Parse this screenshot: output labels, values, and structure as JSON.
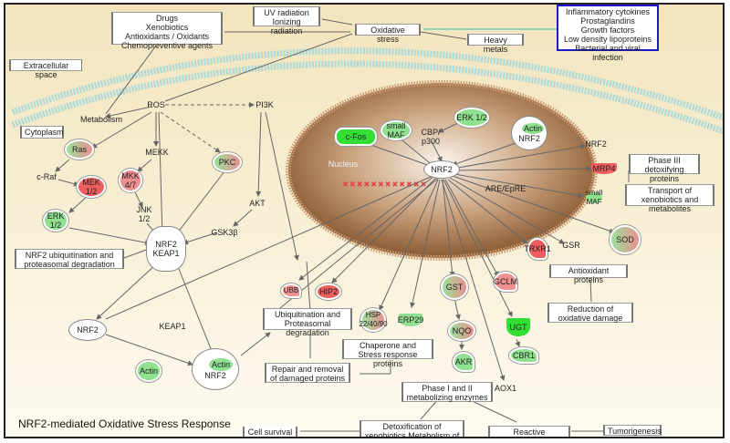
{
  "title": "NRF2-mediated Oxidative Stress Response",
  "compartments": {
    "extracellular": "Extracellular space",
    "cytoplasm": "Cytoplasm",
    "nucleus": "Nucleus"
  },
  "inputs": {
    "drugs": [
      "Drugs",
      "Xenobiotics",
      "Antioxidants / Oxidants",
      "Chemopreventive agents"
    ],
    "radiation": [
      "UV radiation",
      "Ionizing radiation"
    ],
    "oxidative_stress": "Oxidative stress",
    "heavy_metals": "Heavy metals",
    "inflammatory": [
      "Inflammatory cytokines",
      "Prostaglandins",
      "Growth factors",
      "Low density lipoproteins",
      "Bacterial and viral infection"
    ]
  },
  "nodes": {
    "ros": "ROS",
    "pi3k": "PI3K",
    "metabolism": "Metabolism",
    "ras": "Ras",
    "mekk": "MEKK",
    "pkc": "PKC",
    "craf": "c-Raf",
    "mek": "MEK 1/2",
    "mkk": "MKK 4/7",
    "erk_c": "ERK 1/2",
    "jnk": "JNK 1/2",
    "akt": "AKT",
    "gsk": "GSK3β",
    "nrf2": "NRF2",
    "keap1": "KEAP1",
    "actin": "Actin",
    "cfos": "c-Fos",
    "smallmaf": "small MAF",
    "cbp": "CBP/ p300",
    "erk_n": "ERK 1/2",
    "are": "ARE/EpRE",
    "mrp4": "MRP4",
    "sod": "SOD",
    "trxr1": "TRXR1",
    "gsr": "GSR",
    "gclm": "GCLM",
    "gst": "GST",
    "ugt": "UGT",
    "cbr1": "CBR1",
    "nqo": "NQO",
    "akr": "AKR",
    "aox1": "AOX1",
    "erp29": "ERP29",
    "hsp": "HSP 22/40/90",
    "ubb": "UBB",
    "hip2": "HIP2"
  },
  "processes": {
    "ubiq_nrf2": "NRF2 ubiquitination and proteasomal degradation",
    "phase3": "Phase III detoxifying proteins",
    "transport": "Transport of xenobiotics and metabolites",
    "antioxidant": "Antioxidant proteins",
    "reduction": "Reduction of oxidative damage",
    "ubiq": "Ubiquitination and Proteasomal degradation",
    "chaperone": "Chaperone and Stress response proteins",
    "repair": "Repair and removal of damaged proteins",
    "phase12": "Phase I and II metabolizing enzymes",
    "detox": "Detoxification of xenobiotics Metabolism of xenobiotics",
    "reactive": "Reactive metabolites",
    "tumor": "Tumorigenesis",
    "survival": "Cell survival"
  },
  "colors": {
    "upregulated": "#ee5e5e",
    "downregulated": "#8fe08f",
    "membrane": "#a9d9d9",
    "highlight_border": "#1a1acc"
  }
}
